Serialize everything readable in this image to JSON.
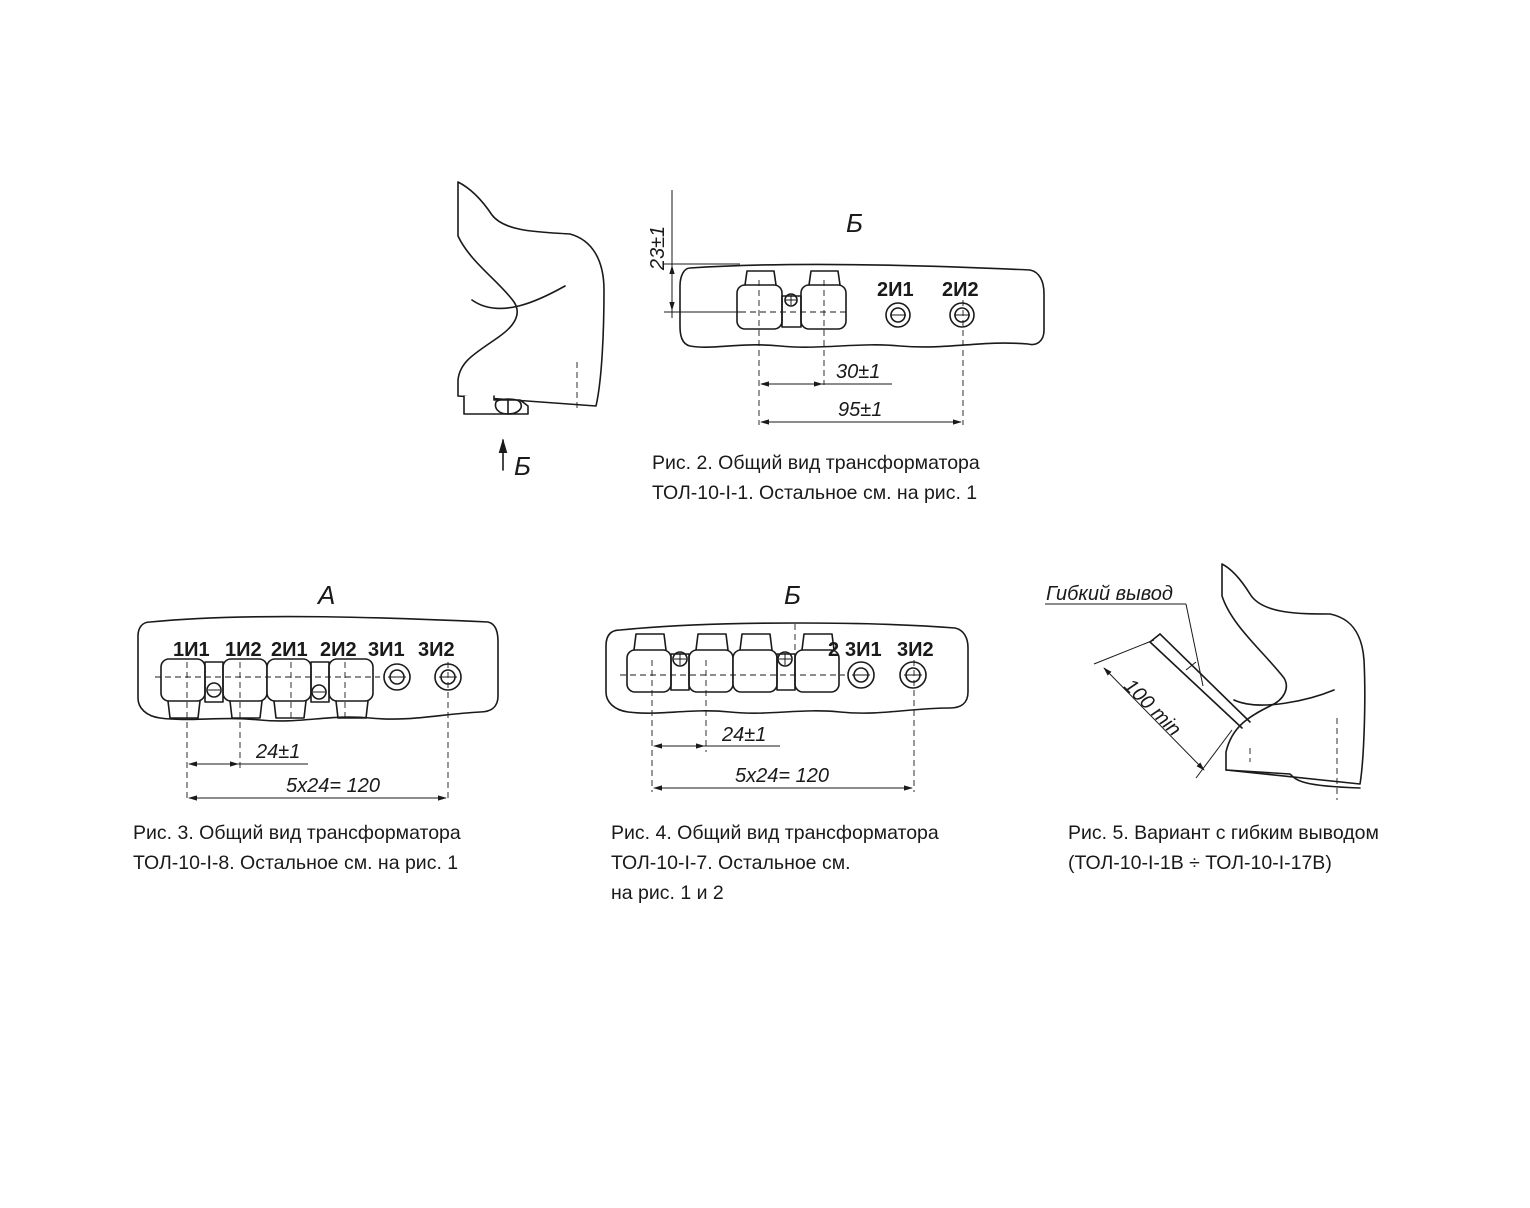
{
  "fig1_side": {
    "view_arrow_label": "Б"
  },
  "fig2": {
    "view_label": "Б",
    "terminals": [
      "2И1",
      "2И2"
    ],
    "dim_height": "23±1",
    "dim_pitch": "30±1",
    "dim_total": "95±1",
    "caption_line1": "Рис. 2. Общий вид трансформатора",
    "caption_line2": "ТОЛ-10-I-1. Остальное см. на рис. 1"
  },
  "fig3": {
    "view_label": "А",
    "terminals": [
      "1И1",
      "1И2",
      "2И1",
      "2И2",
      "3И1",
      "3И2"
    ],
    "dim_pitch": "24±1",
    "dim_total": "5x24= 120",
    "caption_line1": "Рис. 3. Общий вид трансформатора",
    "caption_line2": "ТОЛ-10-I-8. Остальное см. на рис. 1"
  },
  "fig4": {
    "view_label": "Б",
    "terminals": [
      "3И1",
      "3И2"
    ],
    "terminal_partial": "2",
    "dim_pitch": "24±1",
    "dim_total": "5x24= 120",
    "caption_line1": "Рис. 4. Общий вид трансформатора",
    "caption_line2": "ТОЛ-10-I-7. Остальное см.",
    "caption_line3": "на рис. 1 и 2"
  },
  "fig5": {
    "lead_label": "Гибкий вывод",
    "dim_length": "100 min",
    "caption_line1": "Рис. 5. Вариант с гибким выводом",
    "caption_line2": "(ТОЛ-10-I-1В ÷ ТОЛ-10-I-17В)"
  }
}
